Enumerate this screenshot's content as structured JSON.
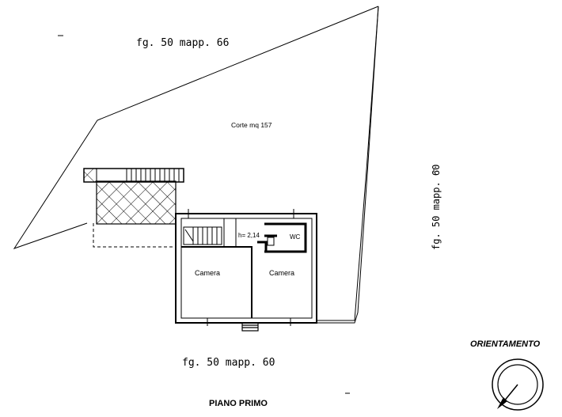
{
  "labels": {
    "north": "fg. 50 mapp. 66",
    "east": "fg. 50 mapp. 60",
    "south": "fg. 50 mapp. 60",
    "courtyard": "Corte mq 157",
    "height": "h= 2,14",
    "room_left": "Camera",
    "room_right": "Camera",
    "wc": "WC",
    "orientation": "ORIENTAMENTO",
    "floor": "PIANO PRIMO"
  },
  "colors": {
    "ink": "#000000",
    "background": "#ffffff"
  }
}
